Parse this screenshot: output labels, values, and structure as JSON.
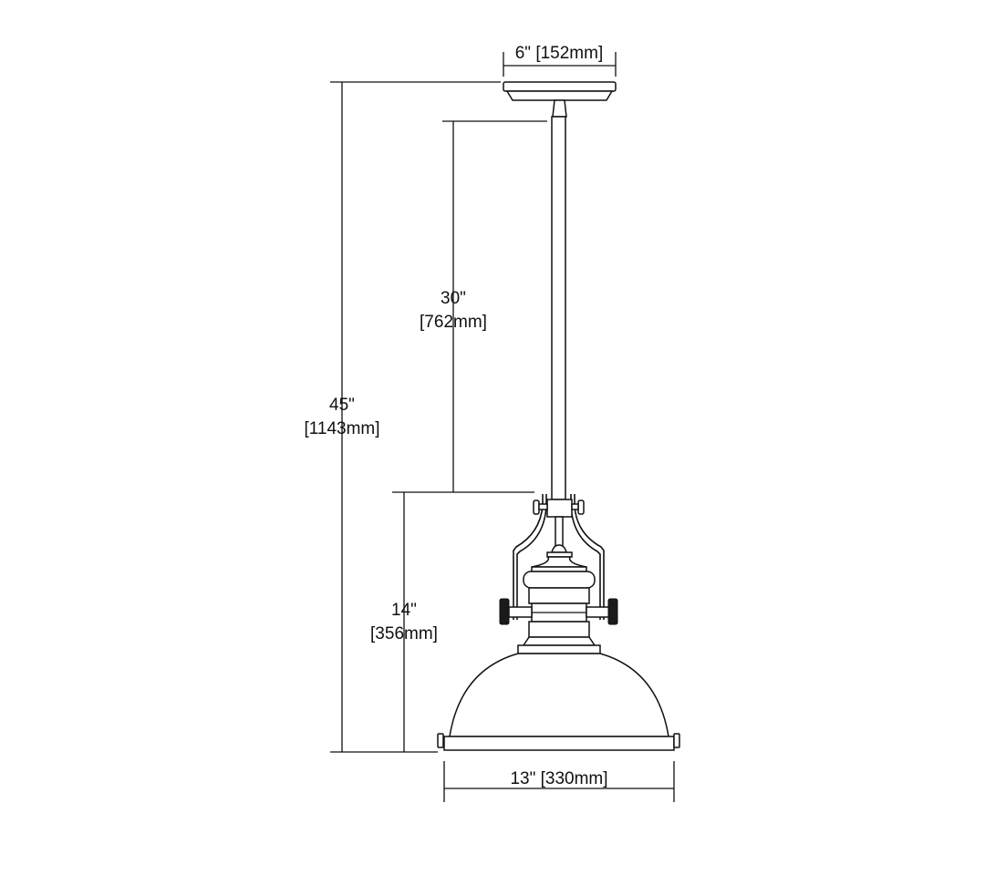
{
  "dimensions": {
    "canopy_width": "6\" [152mm]",
    "overall_height": {
      "in": "45\"",
      "mm": "[1143mm]"
    },
    "rod_length": {
      "in": "30\"",
      "mm": "[762mm]"
    },
    "fixture_height": {
      "in": "14\"",
      "mm": "[356mm]"
    },
    "shade_width": "13\" [330mm]"
  }
}
